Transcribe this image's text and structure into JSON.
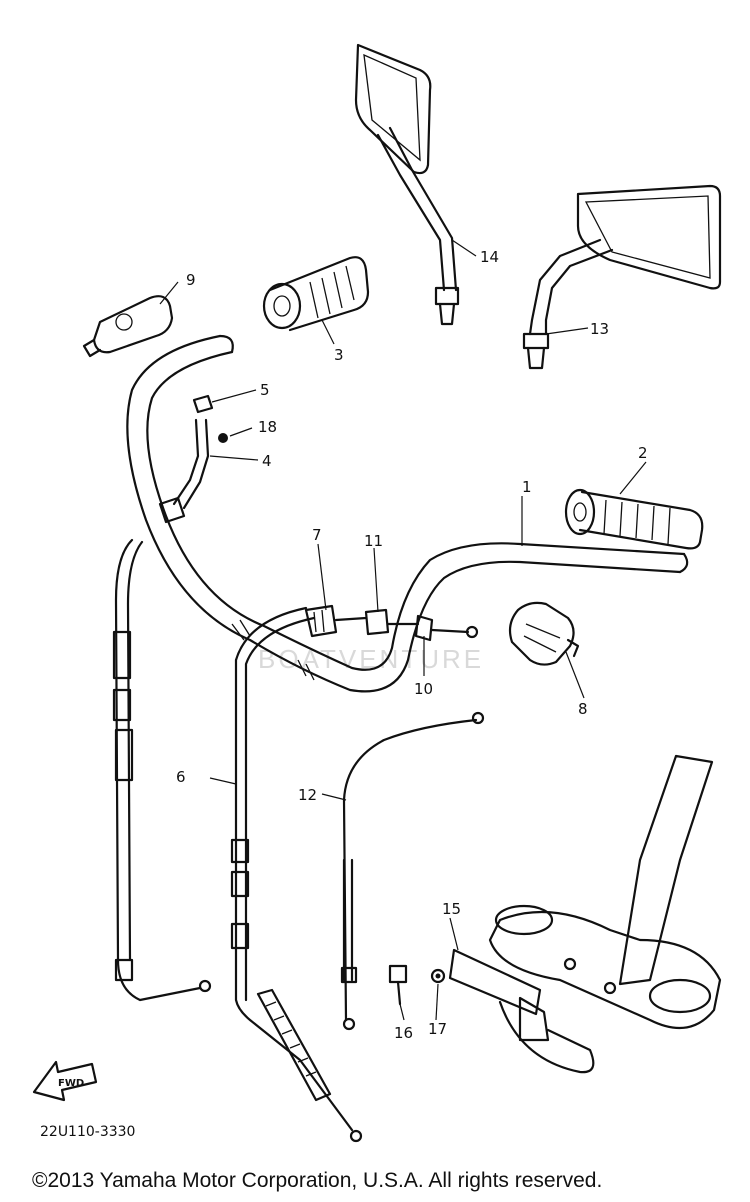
{
  "diagram": {
    "callouts": [
      {
        "id": "1",
        "label": "1"
      },
      {
        "id": "2",
        "label": "2"
      },
      {
        "id": "3",
        "label": "3"
      },
      {
        "id": "4",
        "label": "4"
      },
      {
        "id": "5",
        "label": "5"
      },
      {
        "id": "6",
        "label": "6"
      },
      {
        "id": "7",
        "label": "7"
      },
      {
        "id": "8",
        "label": "8"
      },
      {
        "id": "9",
        "label": "9"
      },
      {
        "id": "10",
        "label": "10"
      },
      {
        "id": "11",
        "label": "11"
      },
      {
        "id": "12",
        "label": "12"
      },
      {
        "id": "13",
        "label": "13"
      },
      {
        "id": "14",
        "label": "14"
      },
      {
        "id": "15",
        "label": "15"
      },
      {
        "id": "16",
        "label": "16"
      },
      {
        "id": "17",
        "label": "17"
      },
      {
        "id": "18",
        "label": "18"
      }
    ],
    "direction_marker": "FWD",
    "diagram_code": "22U110-3330",
    "watermark": "BOATVENTURE",
    "copyright": "©2013 Yamaha Motor Corporation, U.S.A. All rights reserved."
  }
}
